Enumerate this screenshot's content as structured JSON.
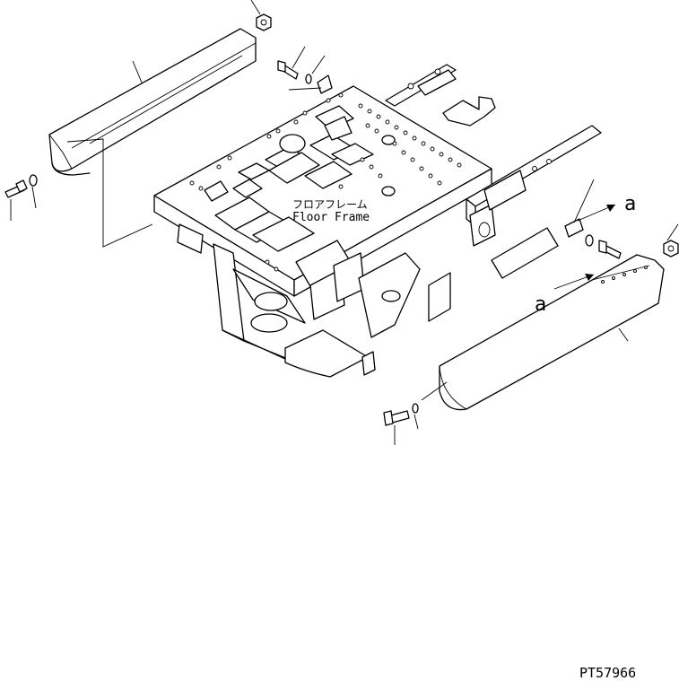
{
  "labels": {
    "floor_frame_jp": "フロアフレーム",
    "floor_frame_en": "Floor Frame",
    "view_marker_a_1": "a",
    "view_marker_a_2": "a",
    "drawing_number": "PT57966"
  },
  "icons": [
    "arrow-icon",
    "arrow-icon"
  ],
  "colors": {
    "line": "#000000",
    "background": "#ffffff"
  }
}
